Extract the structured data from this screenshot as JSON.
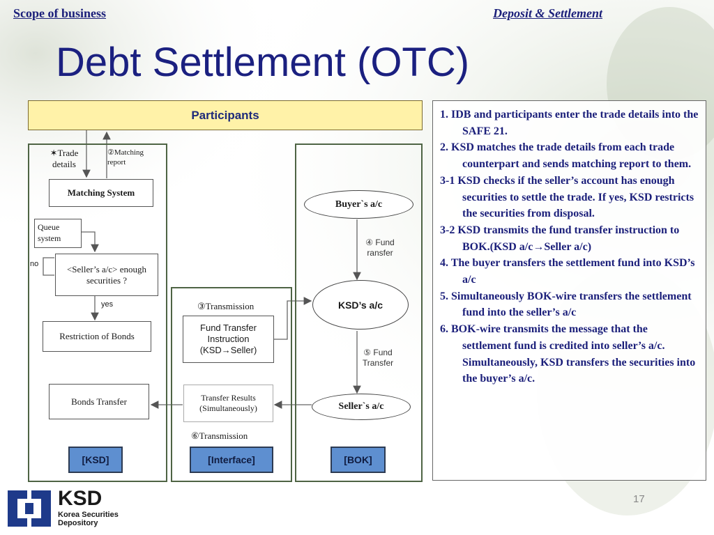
{
  "header": {
    "left": "Scope of business",
    "right": "Deposit & Settlement"
  },
  "title": "Debt Settlement (OTC)",
  "diagram": {
    "participants": "Participants",
    "ksd": {
      "trade_details": "✶Trade details",
      "matching_report": "②Matching report",
      "matching_system": "Matching System",
      "queue_system": "Queue system",
      "no_label": "no",
      "check_box": "<Seller’s a/c> enough securities ?",
      "yes_label": "yes",
      "restriction": "Restriction of Bonds",
      "bonds_transfer": "Bonds Transfer",
      "tag": "[KSD]"
    },
    "interface": {
      "transmission_3": "③Transmission",
      "fund_transfer_instruction": "Fund Transfer Instruction (KSD→Seller)",
      "transfer_results": "Transfer Results (Simultaneously)",
      "transmission_6": "⑥Transmission",
      "tag": "[Interface]"
    },
    "bok": {
      "buyer_ac": "Buyer`s a/c",
      "fund_transfer_4": "④ Fund ransfer",
      "ksd_ac": "KSD’s a/c",
      "fund_transfer_5": "⑤  Fund Transfer",
      "seller_ac": "Seller`s a/c",
      "tag": "[BOK]"
    }
  },
  "notes": [
    "1.   IDB and participants enter the trade details into the SAFE 21.",
    "2.   KSD matches the trade details from each trade counterpart and sends matching report to them.",
    "3-1 KSD checks if the seller’s account has enough securities to settle the trade. If yes, KSD restricts the securities from disposal.",
    "3-2 KSD transmits the fund transfer instruction to  BOK.(KSD a/c→Seller a/c)",
    "4.  The buyer transfers the settlement fund into KSD’s a/c",
    "5.   Simultaneously BOK-wire transfers the    settlement fund into  the seller’s a/c",
    "6.   BOK-wire transmits the message that the    settlement fund is credited into seller’s a/c.",
    "Simultaneously, KSD  transfers the securities into the buyer’s a/c."
  ],
  "footer": {
    "logo_text": "KSD",
    "logo_sub_1": "Korea Securities",
    "logo_sub_2": "Depository",
    "page_number": "17"
  },
  "colors": {
    "title": "#1b2080",
    "participants_fill": "#fff2a8",
    "panel_border": "#4e6444",
    "tag_fill": "#5e8fd0",
    "notes_text": "#1b1f7a",
    "logo_blue": "#1e3a8a"
  }
}
